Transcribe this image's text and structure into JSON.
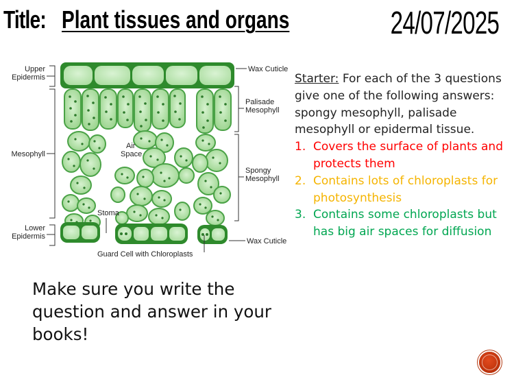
{
  "header": {
    "title_label": "Title:",
    "title_text": "Plant tissues and organs",
    "date": "24/07/2025"
  },
  "diagram": {
    "labels": {
      "upper_epidermis_1": "Upper",
      "upper_epidermis_2": "Epidermis",
      "mesophyll": "Mesophyll",
      "lower_epidermis_1": "Lower",
      "lower_epidermis_2": "Epidermis",
      "wax_cuticle_top": "Wax Cuticle",
      "palisade_1": "Palisade",
      "palisade_2": "Mesophyll",
      "spongy_1": "Spongy",
      "spongy_2": "Mesophyll",
      "wax_cuticle_bottom": "Wax Cuticle",
      "air_space_1": "Air",
      "air_space_2": "Space",
      "stoma": "Stoma",
      "guard_cell": "Guard Cell with Chloroplasts"
    }
  },
  "starter": {
    "heading": "Starter:",
    "intro": "For each of the 3 questions give one of the following answers: spongy mesophyll, palisade mesophyll or epidermal tissue.",
    "questions": [
      {
        "num": "1.",
        "text": "Covers the surface of plants and protects them",
        "color": "#ff0000"
      },
      {
        "num": "2.",
        "text": "Contains lots of chloroplasts for photosynthesis",
        "color": "#f5b400"
      },
      {
        "num": "3.",
        "text": "Contains some chloroplasts but has big air spaces for diffusion",
        "color": "#00a651"
      }
    ]
  },
  "reminder": "Make sure you write the question and answer in your books!",
  "nav": {
    "icon": "circle-button-icon",
    "color": "#c4370f"
  }
}
